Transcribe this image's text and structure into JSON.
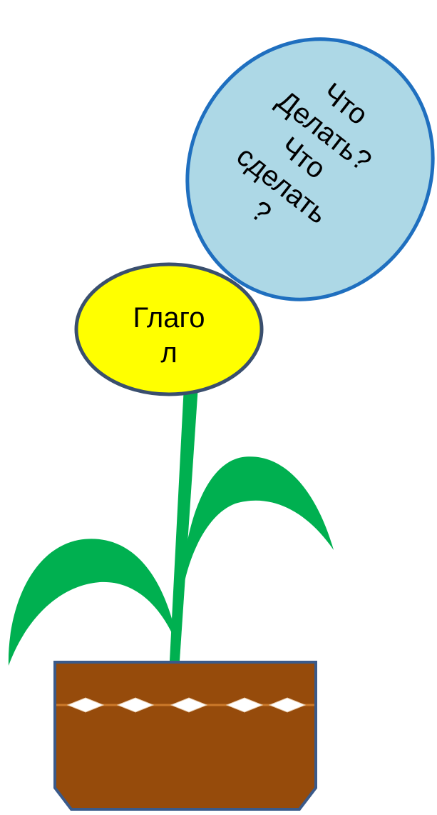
{
  "flower": {
    "label_line1": "Глаго",
    "label_line2": "л"
  },
  "bubble": {
    "line1": "Что",
    "line2": "Делать?",
    "line3": "Что",
    "line4": "сделать",
    "line5": "?"
  },
  "colors": {
    "flower_fill": "#ffff00",
    "flower_stroke": "#3a4f6e",
    "bubble_fill": "#add8e6",
    "bubble_stroke": "#1f6fbf",
    "leaf": "#00b050",
    "pot": "#964b0b",
    "pot_stroke": "#3a5a8a",
    "pot_band": "#cc7a2a",
    "diamond": "#ffffff"
  }
}
